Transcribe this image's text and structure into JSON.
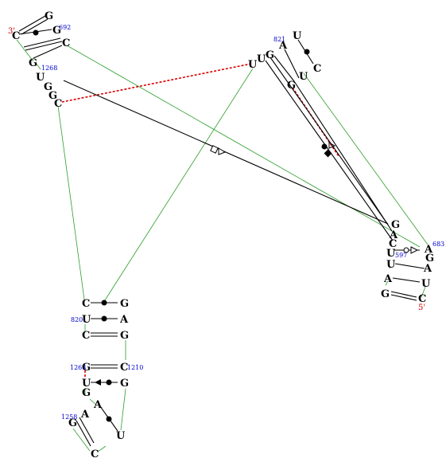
{
  "nucleotide_color": "#000000",
  "label_color": "#0000cc",
  "end_color": "#cc0000",
  "pair_color": "#000000",
  "backbone_color": "#2a9d2a",
  "dashed_color": "#dd0000",
  "nucleotides": [
    {
      "id": "s1c1",
      "letter": "C"
    },
    {
      "id": "s1g1",
      "letter": "G"
    },
    {
      "id": "s1g2",
      "letter": "G"
    },
    {
      "id": "s1c2",
      "letter": "C"
    },
    {
      "id": "s1g3",
      "letter": "G"
    },
    {
      "id": "s1u1",
      "letter": "U"
    },
    {
      "id": "s1g4",
      "letter": "G"
    },
    {
      "id": "s1g5",
      "letter": "G"
    },
    {
      "id": "s1c3",
      "letter": "C"
    },
    {
      "id": "s2a1",
      "letter": "A"
    },
    {
      "id": "s2u1",
      "letter": "U"
    },
    {
      "id": "s2g1",
      "letter": "G"
    },
    {
      "id": "s2c1",
      "letter": "C"
    },
    {
      "id": "s2u2",
      "letter": "U"
    },
    {
      "id": "s2g2",
      "letter": "G"
    },
    {
      "id": "s2u3",
      "letter": "U"
    },
    {
      "id": "s2u4",
      "letter": "U"
    },
    {
      "id": "s3g1",
      "letter": "G"
    },
    {
      "id": "s3a1",
      "letter": "A"
    },
    {
      "id": "s3c1",
      "letter": "C"
    },
    {
      "id": "s3u1",
      "letter": "U"
    },
    {
      "id": "s3u2",
      "letter": "U"
    },
    {
      "id": "s3a2",
      "letter": "A"
    },
    {
      "id": "s3g2",
      "letter": "G"
    },
    {
      "id": "s3a3",
      "letter": "A"
    },
    {
      "id": "s3g3",
      "letter": "G"
    },
    {
      "id": "s3a4",
      "letter": "A"
    },
    {
      "id": "s3u3",
      "letter": "U"
    },
    {
      "id": "s3c2",
      "letter": "C"
    },
    {
      "id": "s4c1",
      "letter": "C"
    },
    {
      "id": "s4g1",
      "letter": "G"
    },
    {
      "id": "s4u1",
      "letter": "U"
    },
    {
      "id": "s4a1",
      "letter": "A"
    },
    {
      "id": "s4c2",
      "letter": "C"
    },
    {
      "id": "s4g2",
      "letter": "G"
    },
    {
      "id": "s4g3",
      "letter": "G"
    },
    {
      "id": "s4c3",
      "letter": "C"
    },
    {
      "id": "s4u2",
      "letter": "U"
    },
    {
      "id": "s4g4",
      "letter": "G"
    },
    {
      "id": "s4g5",
      "letter": "G"
    },
    {
      "id": "s4a2",
      "letter": "A"
    },
    {
      "id": "s4a3",
      "letter": "A"
    },
    {
      "id": "s4g6",
      "letter": "G"
    },
    {
      "id": "s4u3",
      "letter": "U"
    },
    {
      "id": "s4c4",
      "letter": "C"
    }
  ],
  "labels": [
    {
      "id": "n692",
      "text": "692"
    },
    {
      "id": "n1268",
      "text": "1268"
    },
    {
      "id": "n821",
      "text": "821"
    },
    {
      "id": "n683",
      "text": "683"
    },
    {
      "id": "n597",
      "text": "597"
    },
    {
      "id": "n820",
      "text": "820"
    },
    {
      "id": "n1263",
      "text": "1263"
    },
    {
      "id": "n1210",
      "text": "1210"
    },
    {
      "id": "n1258",
      "text": "1258"
    }
  ],
  "ends": [
    {
      "id": "three-prime",
      "text": "3'"
    },
    {
      "id": "five-prime",
      "text": "5'"
    }
  ]
}
